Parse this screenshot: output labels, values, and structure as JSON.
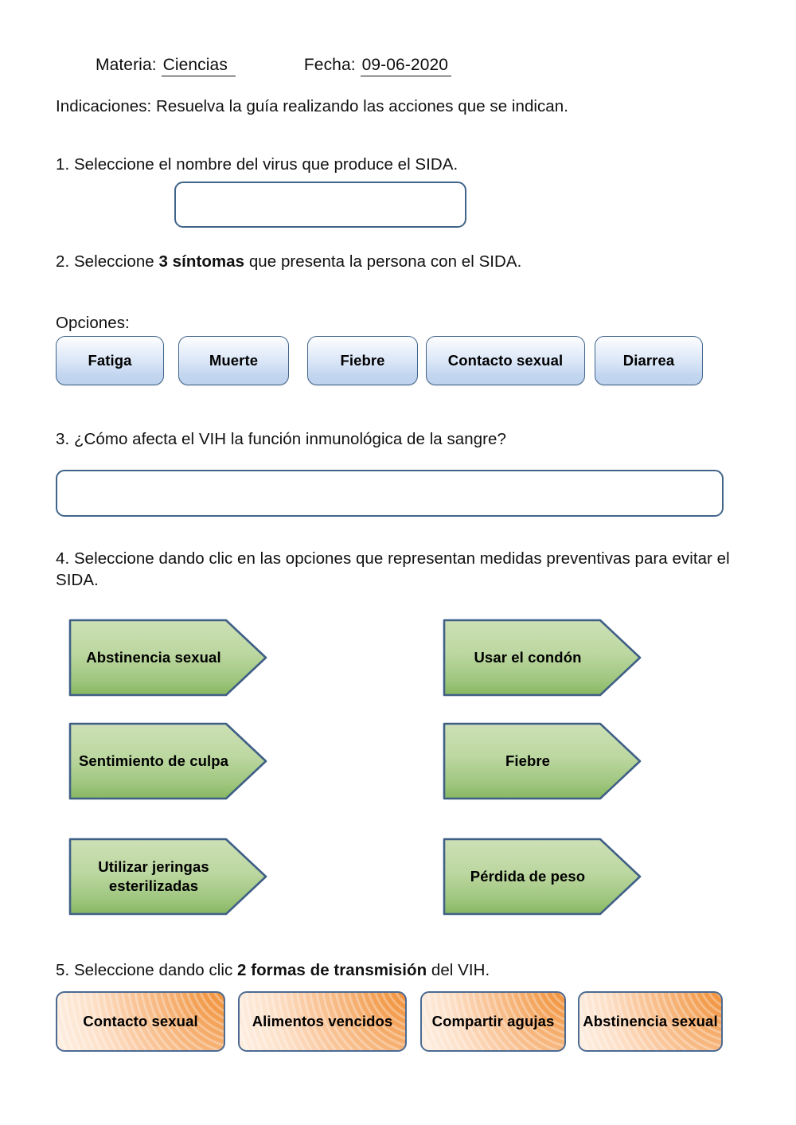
{
  "header": {
    "materia_label": "Materia: ",
    "materia_value": "Ciencias ",
    "fecha_label": "Fecha: ",
    "fecha_value": "09-06-2020"
  },
  "instructions": "Indicaciones: Resuelva la guía realizando las acciones que se indican.",
  "questions": {
    "q1": "1. Seleccione el nombre del virus que produce el SIDA.",
    "q2_pre": "2. Seleccione ",
    "q2_bold": "3 síntomas",
    "q2_post": " que presenta la persona con el SIDA.",
    "opciones_label": "Opciones:",
    "q3": "3. ¿Cómo afecta el VIH la función inmunológica de la sangre?",
    "q4": "4. Seleccione dando clic en las opciones que representan medidas preventivas para evitar el SIDA.",
    "q5_pre": "5. Seleccione dando clic ",
    "q5_bold": "2 formas de transmisión",
    "q5_post": " del VIH."
  },
  "answers": {
    "box1_value": "",
    "box1_placeholder": "",
    "box3_value": "",
    "box3_placeholder": ""
  },
  "symptom_options": [
    {
      "label": "Fatiga"
    },
    {
      "label": "Muerte"
    },
    {
      "label": "Fiebre"
    },
    {
      "label": "Contacto sexual"
    },
    {
      "label": "Diarrea"
    }
  ],
  "prevention_options": [
    {
      "label": "Abstinencia sexual"
    },
    {
      "label": "Usar el condón"
    },
    {
      "label": "Sentimiento de culpa"
    },
    {
      "label": "Fiebre"
    },
    {
      "label": "Utilizar jeringas esterilizadas"
    },
    {
      "label": "Pérdida de peso"
    }
  ],
  "transmission_options": [
    {
      "label": "Contacto sexual"
    },
    {
      "label": "Alimentos vencidos"
    },
    {
      "label": "Compartir agujas"
    },
    {
      "label": "Abstinencia sexual"
    }
  ],
  "colors": {
    "page_background": "#ffffff",
    "text": "#111111",
    "box_border": "#41658a",
    "blue_button_top": "#fdfeff",
    "blue_button_bottom": "#bdd2ee",
    "green_shape_top": "#c8dcb0",
    "green_shape_bottom": "#8bb967",
    "green_shape_border": "#3f5f86",
    "orange_button_light": "#fdf0e4",
    "orange_button_dark": "#f0892f",
    "orange_button_border": "#4c6a92"
  }
}
